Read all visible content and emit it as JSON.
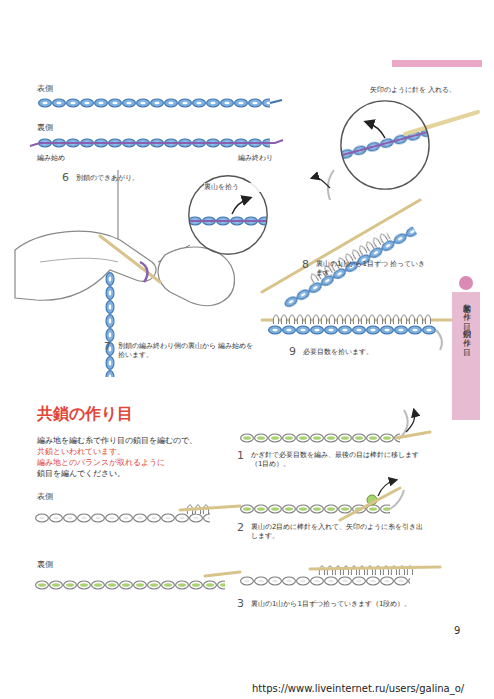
{
  "diagram": {
    "nodes": [
      {
        "text": [
          "矢印のように針を 入れる。"
        ]
      },
      {
        "text": [
          "裏山を拾う"
        ]
      },
      {
        "text": [
          "基本的な作り目",
          "別鎖の作り目"
        ]
      }
    ],
    "labels": [
      "表側",
      "裏側",
      "編み始め",
      "編み終わり",
      "6",
      "別鎖のできあがり。",
      "7",
      "別鎖の編み終わり側の裏山から 編み始めを拾います。",
      "8",
      "裏山の1山から1目ずつ 拾っていきます。",
      "9",
      "必要目数を拾います。",
      "共鎖の作り目",
      "編み地を編む糸で作り目の鎖目を編むので、",
      "共鎖といわれています。",
      "編み地とのバランスが取れるように",
      "鎖目を編んでください。",
      "表側",
      "裏側",
      "1",
      "かぎ針で必要目数を編み、最後の目は棒針に移します（1目め）。",
      "2",
      "裏山の2目めに棒針を入れて、矢印のように糸を引き出します。",
      "3",
      "裏山の1山から1目ずつ拾っていきます（1段め）。",
      "9",
      "https://www.liveinternet.ru/users/galina_o/"
    ]
  }
}
